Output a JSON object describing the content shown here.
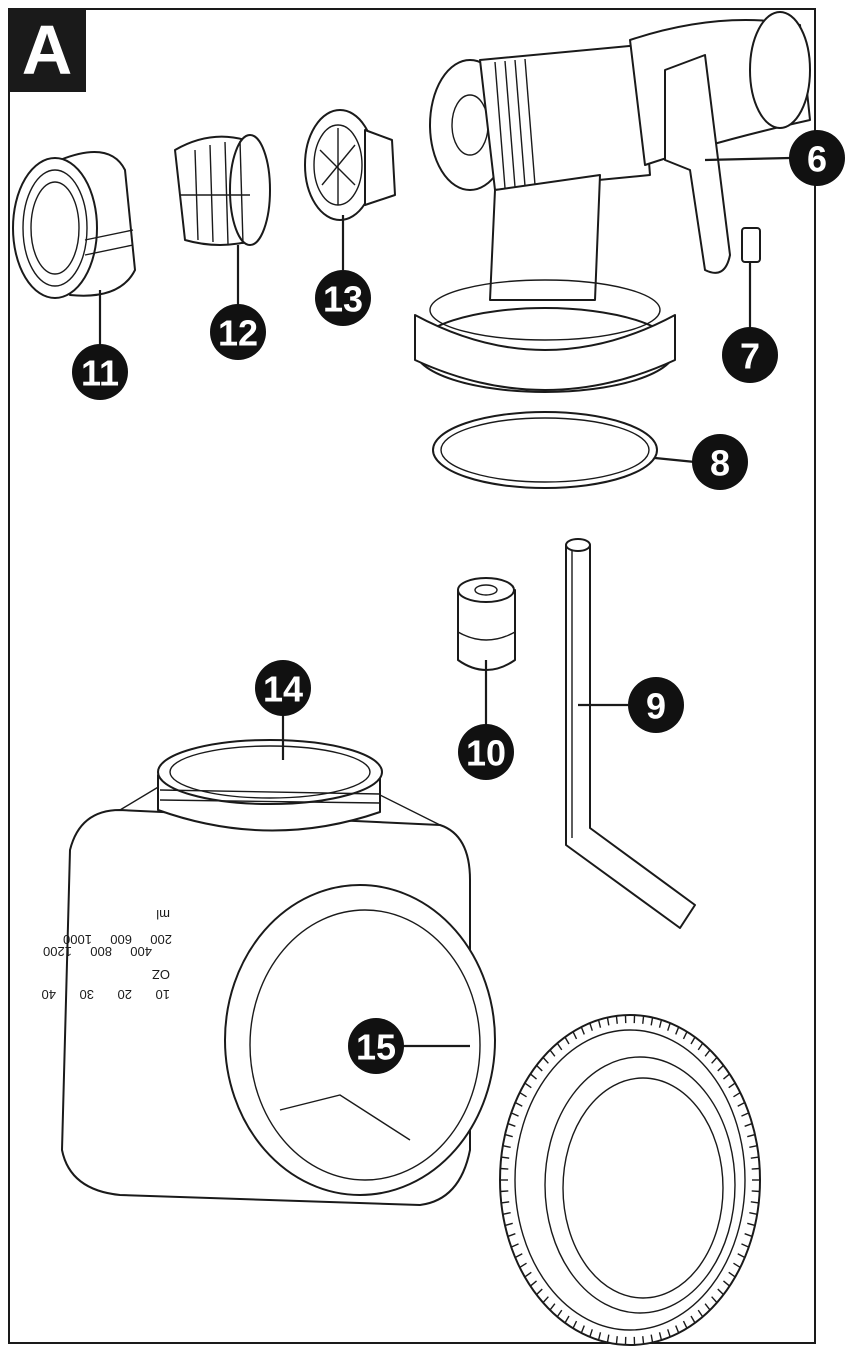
{
  "panel_label": "A",
  "callouts": [
    "6",
    "7",
    "8",
    "9",
    "10",
    "11",
    "12",
    "13",
    "14",
    "15"
  ],
  "container_scale": {
    "oz_unit": "OZ",
    "ml_unit": "ml",
    "oz_marks": [
      "10",
      "20",
      "30",
      "40"
    ],
    "ml_marks": [
      "200",
      "400",
      "600",
      "800",
      "1000",
      "1200"
    ]
  },
  "colors": {
    "line": "#1a1a1a",
    "callout_fill": "#111111",
    "background": "#ffffff"
  }
}
